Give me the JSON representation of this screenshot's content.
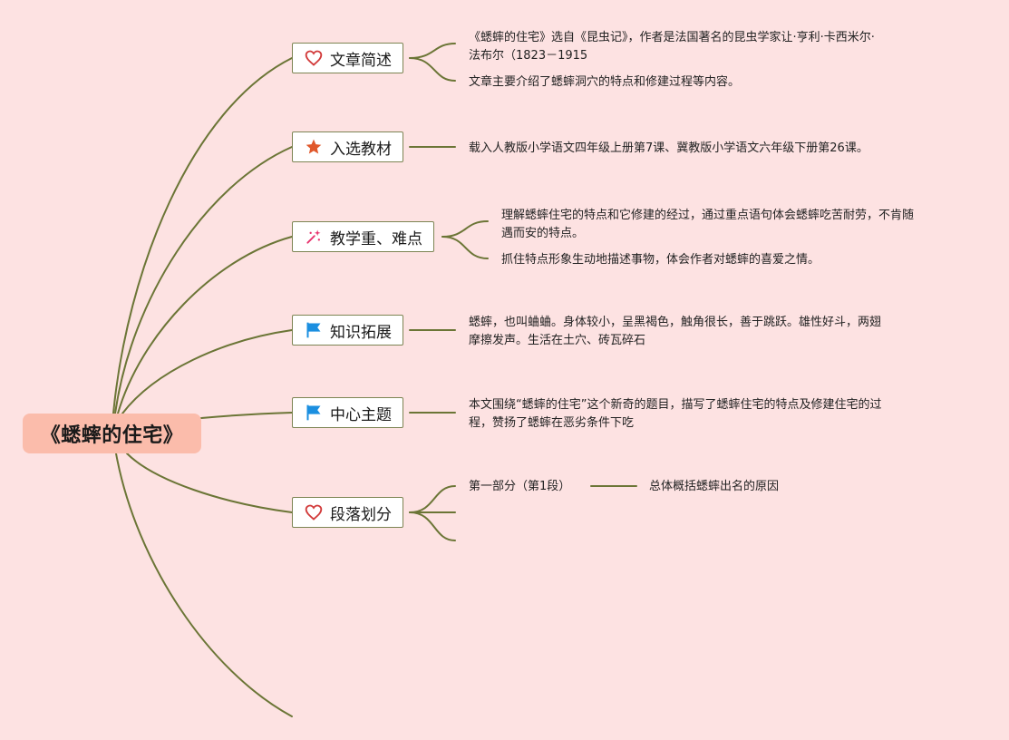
{
  "central": {
    "title": "《蟋蟀的住宅》"
  },
  "branches": [
    {
      "label": "文章简述",
      "icon": "heart-icon",
      "leaves": [
        {
          "lines": [
            "《蟋蟀的住宅》选自《昆虫记》，作者是法国著名的昆虫学家让·亨利·卡西米尔·",
            "法布尔（1823－1915"
          ]
        },
        {
          "lines": [
            "文章主要介绍了蟋蟀洞穴的特点和修建过程等内容。"
          ]
        }
      ]
    },
    {
      "label": "入选教材",
      "icon": "star-icon",
      "leaves": [
        {
          "lines": [
            "载入人教版小学语文四年级上册第7课、冀教版小学语文六年级下册第26课。"
          ]
        }
      ]
    },
    {
      "label": "教学重、难点",
      "icon": "magic-wand-icon",
      "leaves": [
        {
          "lines": [
            "理解蟋蟀住宅的特点和它修建的经过，通过重点语句体会蟋蟀吃苦耐劳，不肯随",
            "遇而安的特点。"
          ]
        },
        {
          "lines": [
            "抓住特点形象生动地描述事物，体会作者对蟋蟀的喜爱之情。"
          ]
        }
      ]
    },
    {
      "label": "知识拓展",
      "icon": "flag-icon",
      "leaves": [
        {
          "lines": [
            "蟋蟀，也叫蛐蛐。身体较小，呈黑褐色，触角很长，善于跳跃。雄性好斗，两翅",
            "摩擦发声。生活在土穴、砖瓦碎石"
          ]
        }
      ]
    },
    {
      "label": "中心主题",
      "icon": "flag-icon",
      "leaves": [
        {
          "lines": [
            "本文围绕“蟋蟀的住宅”这个新奇的题目，描写了蟋蟀住宅的特点及修建住宅的过",
            "程，赞扬了蟋蟀在恶劣条件下吃"
          ]
        }
      ]
    },
    {
      "label": "段落划分",
      "icon": "heart-icon",
      "leaves": [
        {
          "lines": [
            "第一部分（第1段）"
          ],
          "child": "总体概括蟋蟀出名的原因"
        },
        {
          "lines": []
        },
        {
          "lines": []
        }
      ]
    }
  ],
  "colors": {
    "background": "#fde2e2",
    "central_fill": "#fbbcab",
    "connector": "#6b7536",
    "heart": "#d23b3b",
    "star": "#e0582b",
    "wand": "#e8336e",
    "flag": "#1b8fe0"
  }
}
